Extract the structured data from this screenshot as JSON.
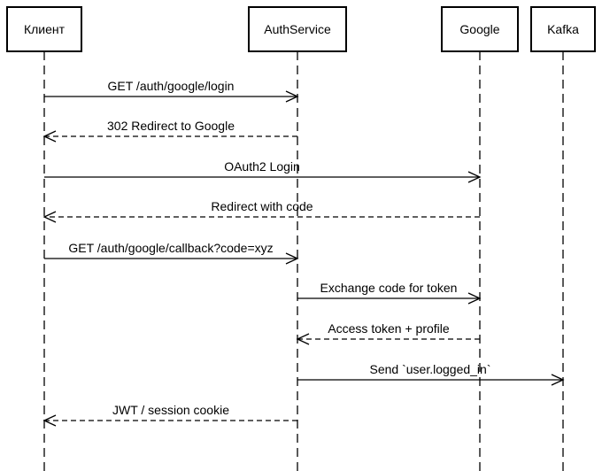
{
  "actors": [
    {
      "id": "client",
      "label": "Клиент"
    },
    {
      "id": "auth",
      "label": "AuthService"
    },
    {
      "id": "google",
      "label": "Google"
    },
    {
      "id": "kafka",
      "label": "Kafka"
    }
  ],
  "messages": [
    {
      "from": "client",
      "to": "auth",
      "label": "GET /auth/google/login",
      "style": "solid"
    },
    {
      "from": "auth",
      "to": "client",
      "label": "302 Redirect to Google",
      "style": "dashed"
    },
    {
      "from": "client",
      "to": "google",
      "label": "OAuth2 Login",
      "style": "solid"
    },
    {
      "from": "google",
      "to": "client",
      "label": "Redirect with code",
      "style": "dashed"
    },
    {
      "from": "client",
      "to": "auth",
      "label": "GET /auth/google/callback?code=xyz",
      "style": "solid"
    },
    {
      "from": "auth",
      "to": "google",
      "label": "Exchange code for token",
      "style": "solid"
    },
    {
      "from": "google",
      "to": "auth",
      "label": "Access token + profile",
      "style": "dashed"
    },
    {
      "from": "auth",
      "to": "kafka",
      "label": "Send `user.logged_in`",
      "style": "solid"
    },
    {
      "from": "auth",
      "to": "client",
      "label": "JWT / session cookie",
      "style": "dashed"
    }
  ]
}
